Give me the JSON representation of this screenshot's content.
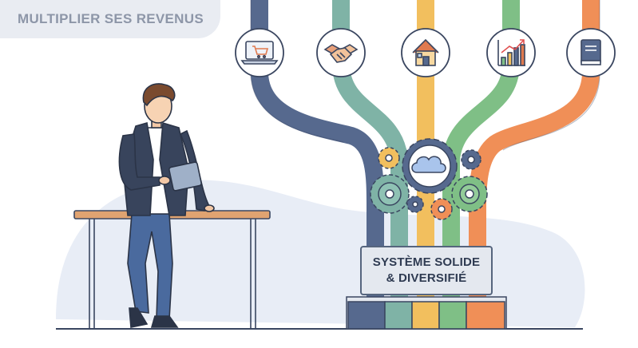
{
  "header": {
    "title": "MULTIPLIER SES REVENUS"
  },
  "plaque": {
    "line1": "SYSTÈME SOLIDE",
    "line2": "& DIVERSIFIÉ"
  },
  "streams": [
    {
      "icon": "laptop-cart-icon",
      "color": "#56698e"
    },
    {
      "icon": "handshake-icon",
      "color": "#7fb3a6"
    },
    {
      "icon": "house-icon",
      "color": "#f2bf5e"
    },
    {
      "icon": "growth-chart-icon",
      "color": "#7fbf86"
    },
    {
      "icon": "book-icon",
      "color": "#f08f57"
    }
  ],
  "hub": {
    "icon": "cloud-icon"
  }
}
